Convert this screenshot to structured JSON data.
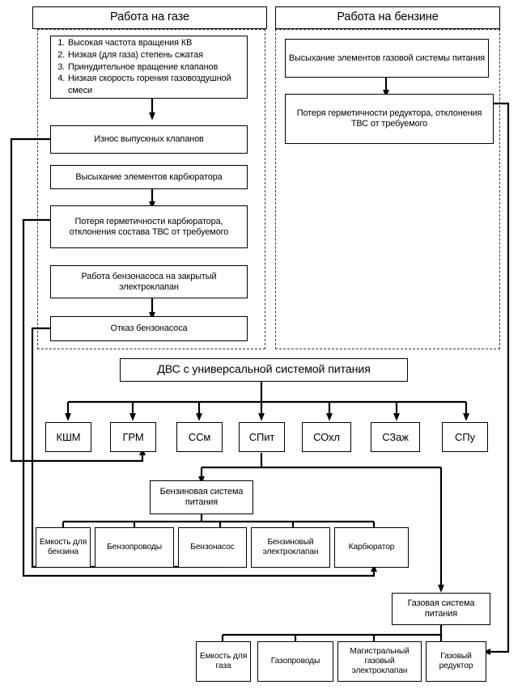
{
  "diagram": {
    "title_gas_panel": "Работа на газе",
    "title_petrol_panel": "Работа на бензине",
    "gas_panel": {
      "causes_list": [
        "Высокая частота вращения КВ",
        "Низкая (для газа) степень сжатая",
        "Принудительное вращение клапанов",
        "Низкая скорость горения газовоздушной смеси"
      ],
      "valve_wear": "Износ выпускных клапанов",
      "carb_drying": "Высыхание элементов карбюратора",
      "carb_leak": "Потеря герметичности карбюратора, отклонения состава ТВС от требуемого",
      "pump_closed_valve": "Работа бензонасоса на закрытый электроклапан",
      "pump_failure": "Отказ бензонасоса"
    },
    "petrol_panel": {
      "gas_drying": "Высыхание элементов газовой системы питания",
      "reducer_leak": "Потеря герметичности редуктора, отклонения ТВС от требуемого"
    },
    "engine": {
      "label": "ДВС с универсальной системой питания",
      "systems": [
        {
          "label": "КШМ"
        },
        {
          "label": "ГРМ"
        },
        {
          "label": "ССм"
        },
        {
          "label": "СПит"
        },
        {
          "label": "СОхл"
        },
        {
          "label": "СЗаж"
        },
        {
          "label": "СПу"
        }
      ]
    },
    "petrol_system": {
      "label": "Бензиновая система питания",
      "components": [
        {
          "label": "Емкость для бензина"
        },
        {
          "label": "Бензопроводы"
        },
        {
          "label": "Бензонасос"
        },
        {
          "label": "Бензиновый электроклапан"
        },
        {
          "label": "Карбюратор"
        }
      ]
    },
    "gas_system": {
      "label": "Газовая система питания",
      "components": [
        {
          "label": "Емкость для газа"
        },
        {
          "label": "Газопроводы"
        },
        {
          "label": "Магистральный газовый электроклапан"
        },
        {
          "label": "Газовый редуктор"
        }
      ]
    },
    "colors": {
      "line": "#000000",
      "dashed_border": "#3a3a3a",
      "background": "#ffffff"
    }
  }
}
